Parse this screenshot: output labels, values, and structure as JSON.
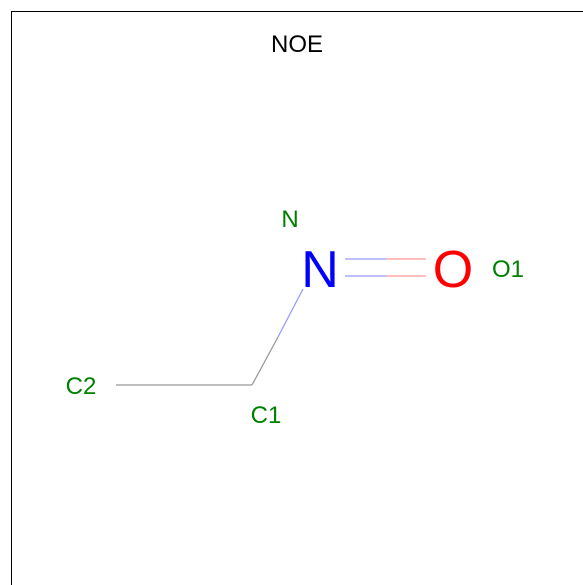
{
  "title": "NOE",
  "atoms": [
    {
      "id": "N",
      "symbol": "N",
      "label": "N",
      "symbol_color": "#0000ff"
    },
    {
      "id": "O1",
      "symbol": "O",
      "label": "O1",
      "symbol_color": "#ff0000"
    },
    {
      "id": "C1",
      "symbol": "",
      "label": "C1"
    },
    {
      "id": "C2",
      "symbol": "",
      "label": "C2"
    }
  ],
  "bonds": [
    {
      "from": "N",
      "to": "O1",
      "order": 2
    },
    {
      "from": "N",
      "to": "C1",
      "order": 1
    },
    {
      "from": "C1",
      "to": "C2",
      "order": 1
    }
  ],
  "colors": {
    "label": "#008000",
    "title": "#000000",
    "carbon_bond": "#999999",
    "nitrogen_bond": "#9999ff",
    "oxygen_bond": "#ff9999"
  }
}
